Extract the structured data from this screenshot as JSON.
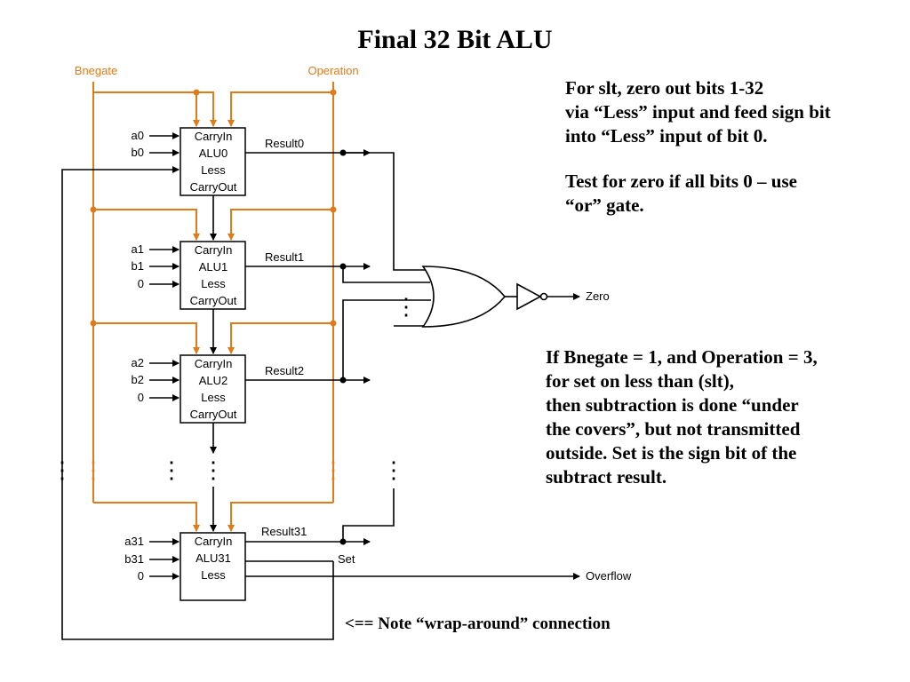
{
  "title": "Final 32 Bit ALU",
  "colors": {
    "control_line": "#e07b1a",
    "wire": "#000000",
    "background": "#ffffff"
  },
  "control_labels": {
    "bnegate": "Bnegate",
    "operation": "Operation"
  },
  "alu_blocks": [
    {
      "name": "ALU0",
      "ports": [
        "CarryIn",
        "ALU0",
        "Less",
        "CarryOut"
      ],
      "inputs": [
        "a0",
        "b0"
      ],
      "result": "Result0"
    },
    {
      "name": "ALU1",
      "ports": [
        "CarryIn",
        "ALU1",
        "Less",
        "CarryOut"
      ],
      "inputs": [
        "a1",
        "b1",
        "0"
      ],
      "result": "Result1"
    },
    {
      "name": "ALU2",
      "ports": [
        "CarryIn",
        "ALU2",
        "Less",
        "CarryOut"
      ],
      "inputs": [
        "a2",
        "b2",
        "0"
      ],
      "result": "Result2"
    },
    {
      "name": "ALU31",
      "ports": [
        "CarryIn",
        "ALU31",
        "Less"
      ],
      "inputs": [
        "a31",
        "b31",
        "0"
      ],
      "result": "Result31"
    }
  ],
  "outputs": {
    "zero": "Zero",
    "set": "Set",
    "overflow": "Overflow"
  },
  "ellipsis": "⋮",
  "notes": {
    "slt": [
      "For slt, zero out bits 1-32",
      "via “Less” input and feed sign bit",
      "into “Less” input of bit 0."
    ],
    "zero_test": [
      "Test for zero if all bits 0 – use",
      "“or” gate."
    ],
    "subtraction": [
      "If Bnegate = 1, and Operation = 3,",
      "for set on less than (slt),",
      "then subtraction is done “under",
      "the covers”, but not transmitted",
      "outside.  Set is the sign bit of the",
      "subtract result."
    ],
    "wraparound": "<== Note “wrap-around” connection"
  }
}
